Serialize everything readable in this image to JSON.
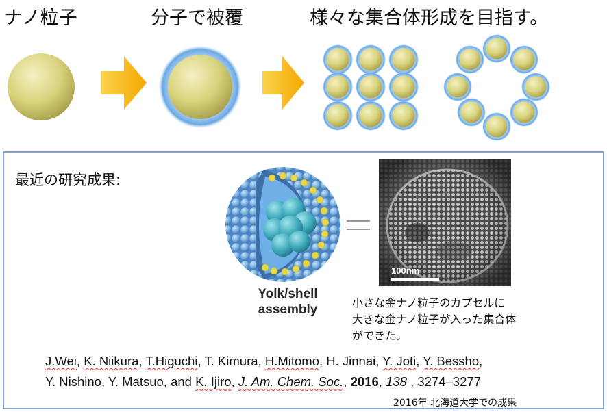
{
  "steps": {
    "step1_label": "ナノ粒子",
    "step2_label": "分子で被覆",
    "step3_label": "様々な集合体形成を目指す。"
  },
  "research": {
    "title": "最近の研究成果:",
    "yolk_caption_line1": "Yolk/shell",
    "yolk_caption_line2": "assembly",
    "scale_bar_label": "100nm",
    "description_lines": [
      "小さな金ナノ粒子のカプセルに",
      "大きな金ナノ粒子が入った集合体",
      "ができた。"
    ]
  },
  "citation": {
    "authors": [
      {
        "name": "J.Wei",
        "sep": ", "
      },
      {
        "name": "K. Niikura",
        "sep": ",  "
      },
      {
        "name": "T.Higuchi",
        "sep": ",  "
      },
      {
        "name": "T. Kimura",
        "sep": ",  "
      },
      {
        "name": "H.Mitomo",
        "sep": ", "
      },
      {
        "name": "H. Jinnai",
        "sep": ",  "
      },
      {
        "name": "Y. Joti",
        "sep": ", "
      },
      {
        "name": "Y. Bessho",
        "sep": ", "
      },
      {
        "name": "Y. Nishino",
        "sep": ",  "
      },
      {
        "name": "Y. Matsuo",
        "sep": ", and "
      },
      {
        "name": "K. Ijiro",
        "sep": ", "
      }
    ],
    "journal": "J. Am. Chem. Soc.",
    "year": "2016",
    "volume": "138",
    "pages": "3274–3277"
  },
  "footer_note": "2016年  北海道大学での成果",
  "colors": {
    "arrow": "#f7b800",
    "particle": "#d6d17a",
    "coating": "#8fc2ec",
    "box_border": "#7da1cf"
  }
}
